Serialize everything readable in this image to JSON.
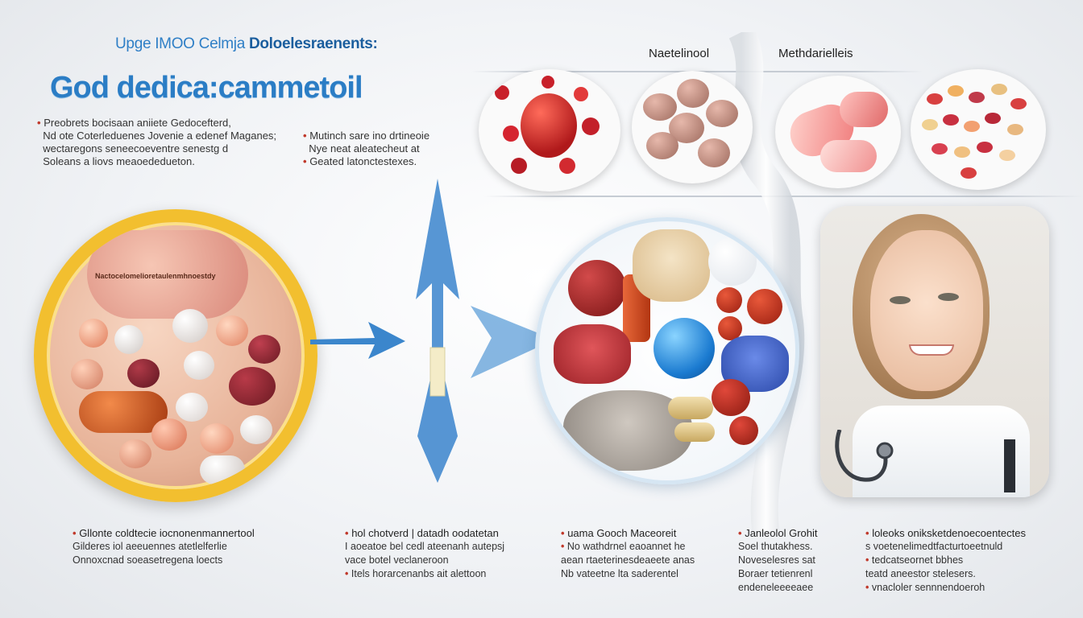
{
  "header": {
    "subtitle_a": "Upge IMOO Celmja",
    "subtitle_b": "Doloelesraenents:",
    "headline": "God dedica:cammetoil"
  },
  "intro_left": [
    "Preobrets bocisaan aniiete Gedocefterd,",
    "Nd ote Coterleduenes Jovenie a edenef Maganes;",
    "wectaregons seneecoeventre senestg d",
    "Soleans a liovs meaoededueton."
  ],
  "intro_right": [
    "Mutinch sare ino drtineoie",
    "Nye neat aleatecheut at",
    "Geated latonctestexes."
  ],
  "top_labels": {
    "left": "Naetelinool",
    "right": "Methdarielleis"
  },
  "ring_label": "Nactocelomelioretaulenmhnoestdy",
  "bottom_columns": [
    {
      "heading": "Gllonte coldtecie iocnonenmannertool",
      "lines": [
        "Gilderes iol aeeuennes atetlelferlie",
        "Onnoxcnad soeasetregena loects"
      ]
    },
    {
      "heading": "hol chotverd | datadh oodatetan",
      "lines": [
        "I aoeatoe bel cedl ateenanh autepsj",
        "vace botel veclaneroon",
        "Itels horarcenanbs ait alettoon"
      ]
    },
    {
      "heading": "uama Gooch Maceoreit",
      "lines": [
        "No wathdrnel eaoannet he",
        "aean rtaeterinesdeaeete anas",
        "Nb vateetne lta saderentel"
      ]
    },
    {
      "heading": "Janleolol Grohit",
      "lines": [
        "Soel thutakhess.",
        "Noveselesres sat",
        "Boraer tetienrenl",
        "endeneleeeeaee"
      ]
    },
    {
      "heading": "loleoks oniksketdenoecoentectes",
      "lines": [
        "s voetenelimedtfacturtoeetnuld",
        "tedcatseornet bbhes",
        "teatd aneestor stelesers.",
        "vnacloler sennnendoeroh"
      ]
    }
  ],
  "colors": {
    "accent_blue": "#2b7dc5",
    "bullet_red": "#c0392b",
    "ring_gold": "#f2bf2f"
  },
  "icons": [
    "food-photo",
    "pill-mix-photo",
    "arrow-icon",
    "portrait-photo",
    "stethoscope-icon"
  ]
}
